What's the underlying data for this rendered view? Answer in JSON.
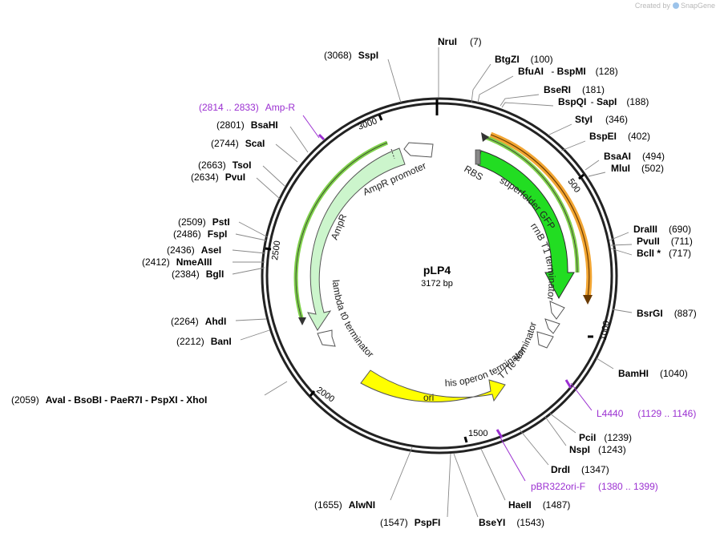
{
  "watermark": {
    "prefix": "Created by",
    "brand": "SnapGene"
  },
  "plasmid": {
    "name": "pLP4",
    "length_label": "3172 bp",
    "length": 3172
  },
  "ticks": [
    "500",
    "1000",
    "1500",
    "2000",
    "2500",
    "3000"
  ],
  "enzymes": [
    {
      "name": "NruI",
      "pos": "(7)"
    },
    {
      "name": "BtgZI",
      "pos": "(100)"
    },
    {
      "name": "BfuAI",
      "pos": "(128)",
      "alt": "BspMI"
    },
    {
      "name": "BseRI",
      "pos": "(181)"
    },
    {
      "name": "BspQI",
      "pos": "(188)",
      "alt": "SapI"
    },
    {
      "name": "StyI",
      "pos": "(346)"
    },
    {
      "name": "BspEI",
      "pos": "(402)"
    },
    {
      "name": "BsaAI",
      "pos": "(494)"
    },
    {
      "name": "MluI",
      "pos": "(502)"
    },
    {
      "name": "DraIII",
      "pos": "(690)"
    },
    {
      "name": "PvuII",
      "pos": "(711)"
    },
    {
      "name": "BclI *",
      "pos": "(717)"
    },
    {
      "name": "BsrGI",
      "pos": "(887)"
    },
    {
      "name": "BamHI",
      "pos": "(1040)"
    },
    {
      "name": "PciI",
      "pos": "(1239)"
    },
    {
      "name": "NspI",
      "pos": "(1243)"
    },
    {
      "name": "DrdI",
      "pos": "(1347)"
    },
    {
      "name": "HaeII",
      "pos": "(1487)"
    },
    {
      "name": "BseYI",
      "pos": "(1543)"
    },
    {
      "name": "PspFI",
      "pos": "(1547)"
    },
    {
      "name": "AlwNI",
      "pos": "(1655)"
    },
    {
      "name": "AvaI - BsoBI - PaeR7I - PspXI - XhoI",
      "pos": "(2059)"
    },
    {
      "name": "BanI",
      "pos": "(2212)"
    },
    {
      "name": "AhdI",
      "pos": "(2264)"
    },
    {
      "name": "BglI",
      "pos": "(2384)"
    },
    {
      "name": "NmeAIII",
      "pos": "(2412)"
    },
    {
      "name": "AseI",
      "pos": "(2436)"
    },
    {
      "name": "FspI",
      "pos": "(2486)"
    },
    {
      "name": "PstI",
      "pos": "(2509)"
    },
    {
      "name": "PvuI",
      "pos": "(2634)"
    },
    {
      "name": "TsoI",
      "pos": "(2663)"
    },
    {
      "name": "ScaI",
      "pos": "(2744)"
    },
    {
      "name": "BsaHI",
      "pos": "(2801)"
    },
    {
      "name": "SspI",
      "pos": "(3068)"
    }
  ],
  "primers": [
    {
      "name": "Amp-R",
      "range": "(2814 .. 2833)"
    },
    {
      "name": "L4440",
      "range": "(1129 .. 1146)"
    },
    {
      "name": "pBR322ori-F",
      "range": "(1380 .. 1399)"
    }
  ],
  "features": {
    "rbs": "RBS",
    "gfp": "superfolder GFP",
    "rrnb": "rrnB T1 terminator",
    "t7te": "T7Te terminator",
    "his": "his operon terminator",
    "ori": "ori",
    "lambda": "lambda t0 terminator",
    "ampr": "AmpR",
    "amprp": "AmpR promoter"
  },
  "colors": {
    "gfp": "#22dd22",
    "ori": "#ffff00",
    "ampr": "#ccf5cc",
    "primer": "#9b30d1",
    "orange_strand": "#f2a532",
    "backbone": "#222222"
  }
}
